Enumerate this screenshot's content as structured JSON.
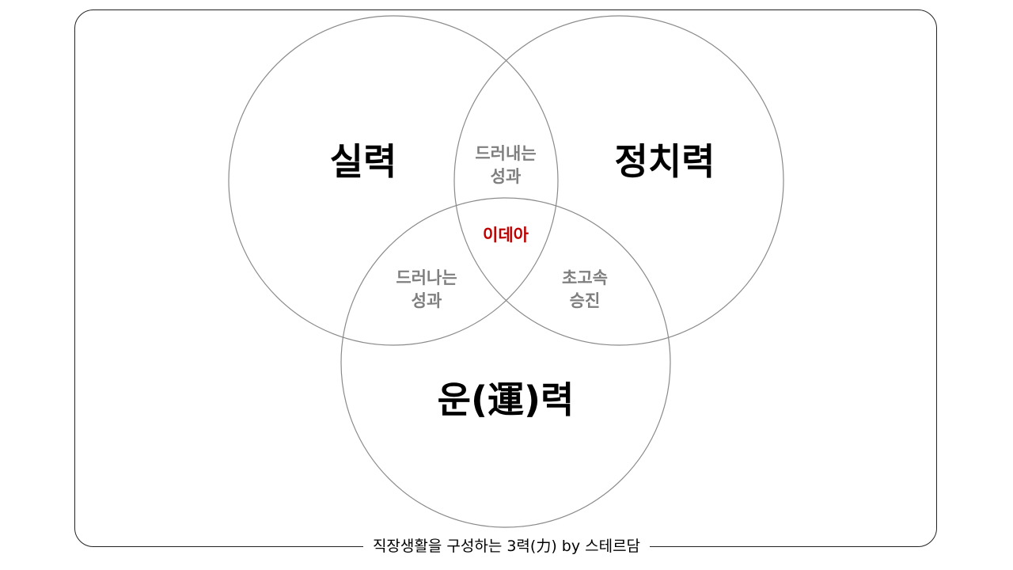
{
  "circles": {
    "skill": {
      "label": "실력"
    },
    "politics": {
      "label": "정치력"
    },
    "luck": {
      "label": "운(運)력"
    }
  },
  "overlaps": {
    "skill_politics": {
      "line1": "드러내는",
      "line2": "성과"
    },
    "skill_luck": {
      "line1": "드러나는",
      "line2": "성과"
    },
    "politics_luck": {
      "line1": "초고속",
      "line2": "승진"
    },
    "all_three": {
      "label": "이데아"
    }
  },
  "caption": "직장생활을 구성하는 3력(力) by 스테르담",
  "colors": {
    "center_text": "#c00000",
    "overlap_text": "#7f7f7f",
    "circle_stroke": "#8a8a8a"
  }
}
